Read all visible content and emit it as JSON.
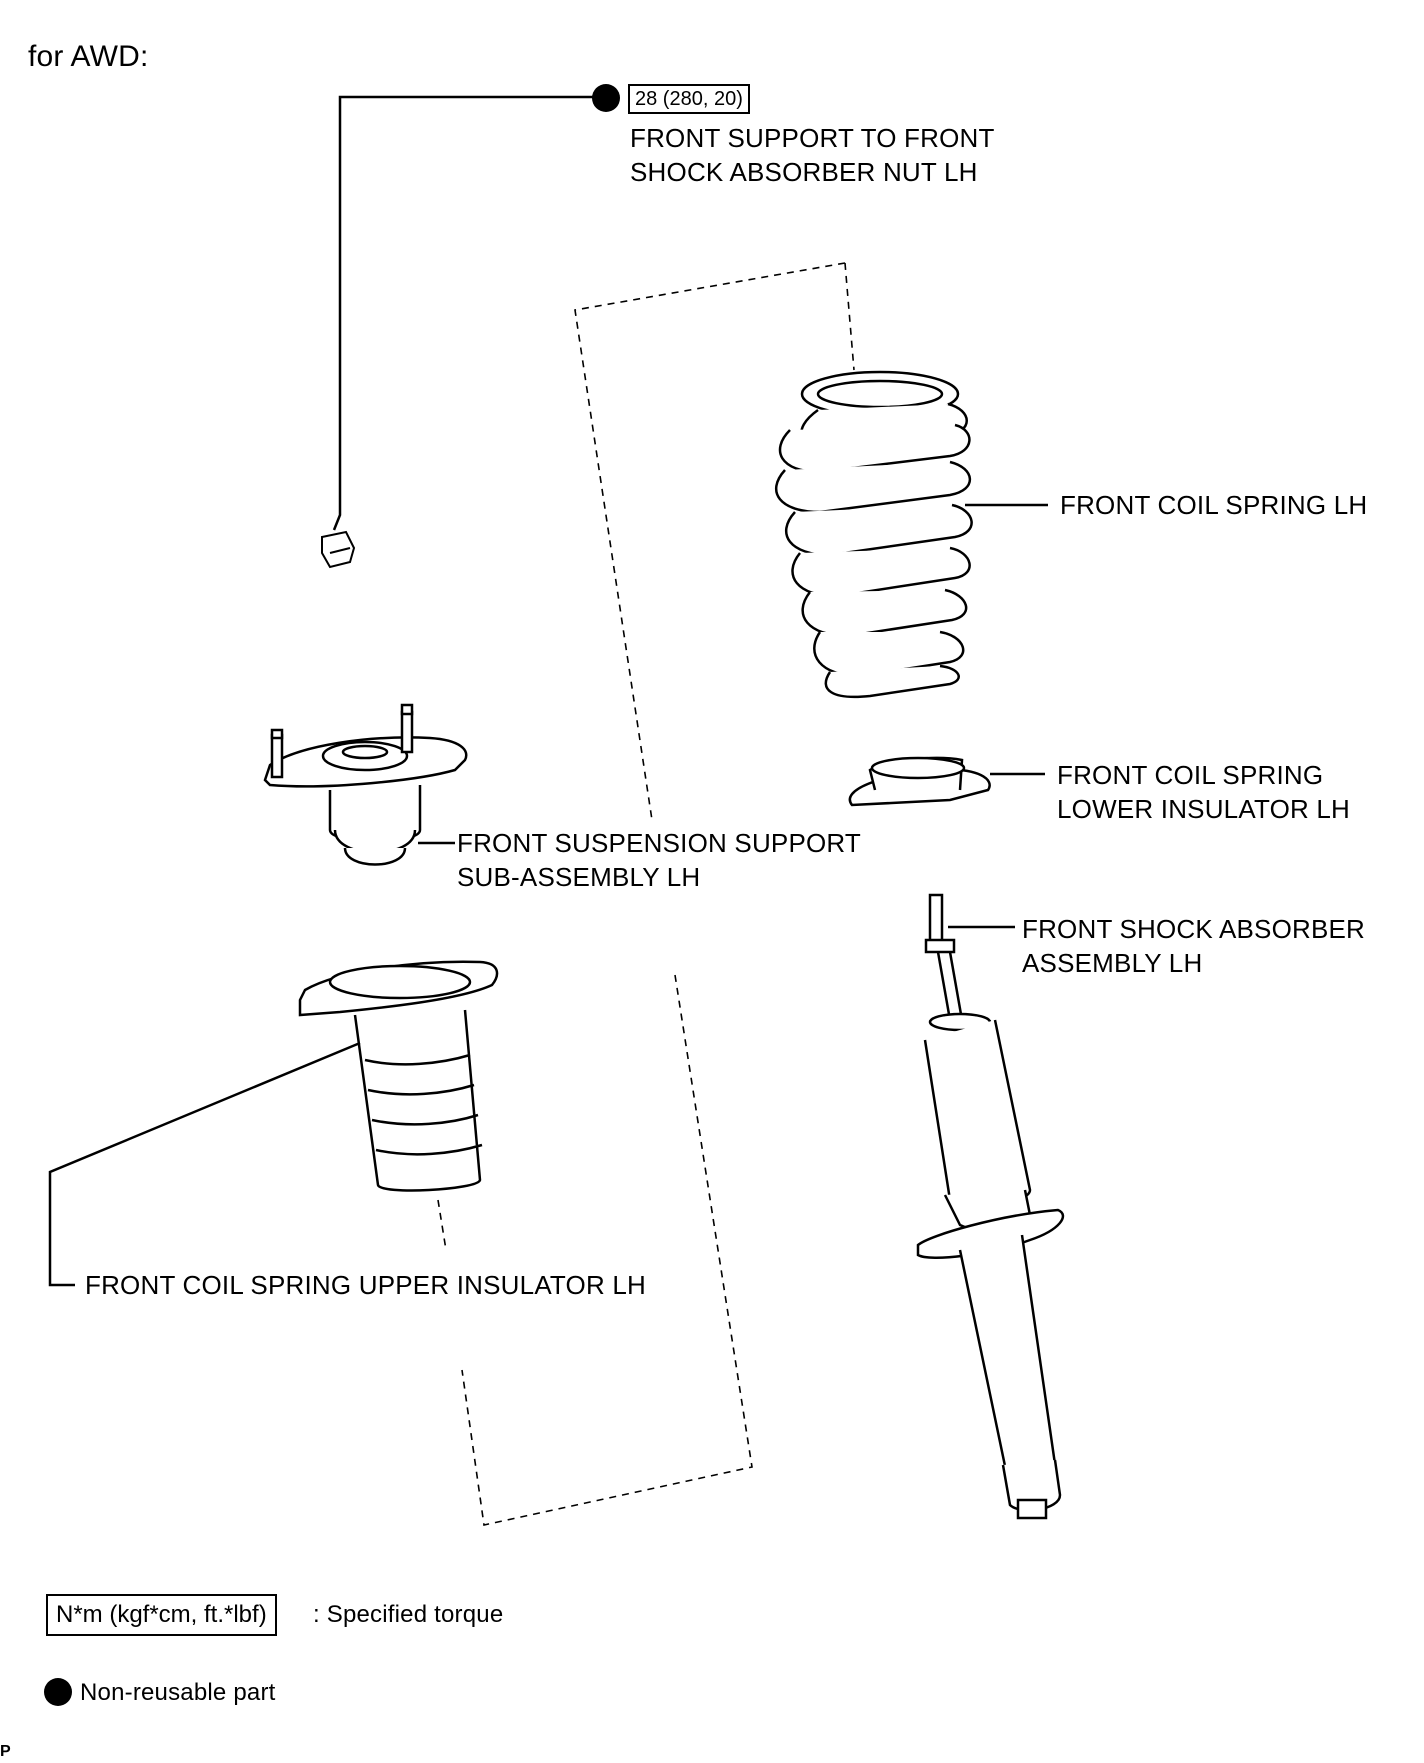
{
  "header": {
    "variant": "for AWD:"
  },
  "torque_spec": {
    "value": "28 (280, 20)"
  },
  "parts": {
    "nut": {
      "line1": "FRONT SUPPORT TO FRONT",
      "line2": "SHOCK ABSORBER NUT LH"
    },
    "coil_spring": {
      "line1": "FRONT COIL SPRING LH"
    },
    "lower_insulator": {
      "line1": "FRONT COIL SPRING",
      "line2": "LOWER INSULATOR LH"
    },
    "support": {
      "line1": "FRONT SUSPENSION SUPPORT",
      "line2": "SUB-ASSEMBLY LH"
    },
    "shock_absorber": {
      "line1": "FRONT SHOCK ABSORBER",
      "line2": "ASSEMBLY LH"
    },
    "upper_insulator": {
      "line1": "FRONT COIL SPRING UPPER INSULATOR LH"
    }
  },
  "legend": {
    "torque_unit": "N*m (kgf*cm, ft.*lbf)",
    "torque_text": ": Specified torque",
    "nonreusable_text": "Non-reusable part"
  },
  "footer": {
    "mark": "P"
  }
}
